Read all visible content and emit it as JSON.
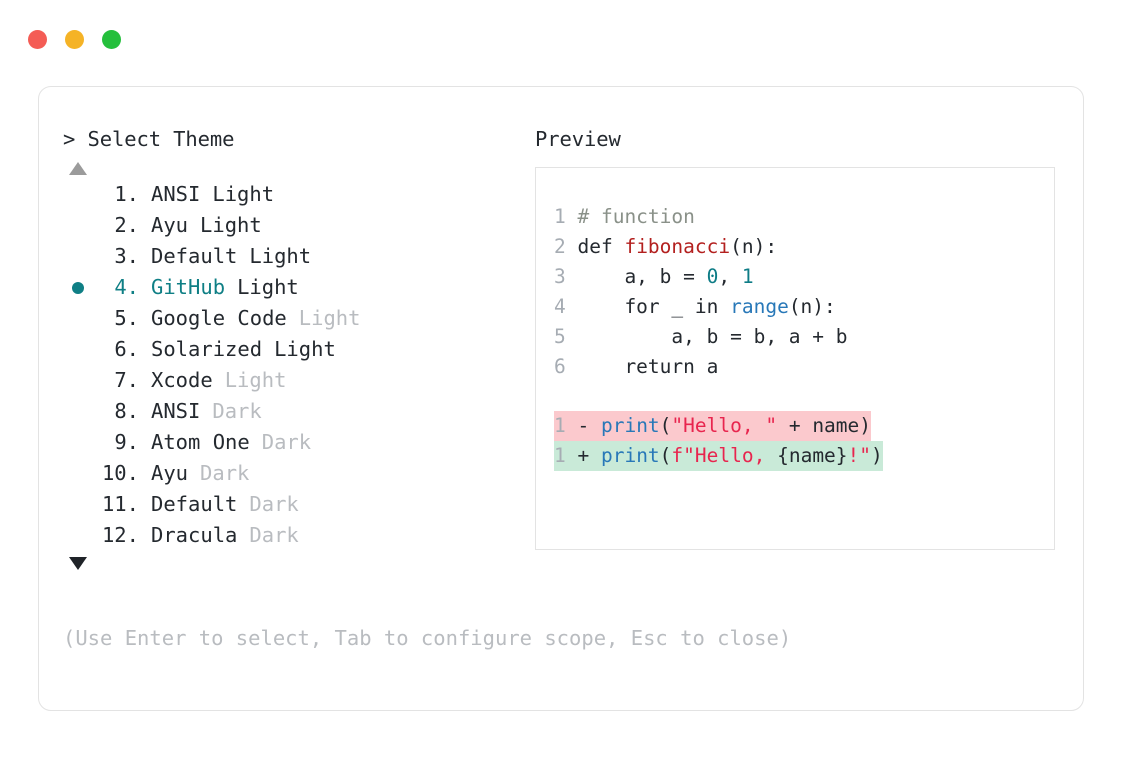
{
  "window": {
    "dots": [
      {
        "name": "close-dot",
        "color": "#f45c55"
      },
      {
        "name": "minimize-dot",
        "color": "#f5b326"
      },
      {
        "name": "maximize-dot",
        "color": "#24bf3c"
      }
    ]
  },
  "left_panel": {
    "prompt": "> Select Theme",
    "scroll_up_icon": "triangle-up-icon",
    "scroll_down_icon": "triangle-down-icon",
    "selected_index": 4,
    "selected_bullet_color": "#0f7f85",
    "items": [
      {
        "index": "1.",
        "name": "ANSI",
        "variant": "Light",
        "variant_dim": false,
        "selected": false
      },
      {
        "index": "2.",
        "name": "Ayu",
        "variant": "Light",
        "variant_dim": false,
        "selected": false
      },
      {
        "index": "3.",
        "name": "Default",
        "variant": "Light",
        "variant_dim": false,
        "selected": false
      },
      {
        "index": "4.",
        "name": "GitHub",
        "variant": "Light",
        "variant_dim": false,
        "selected": true
      },
      {
        "index": "5.",
        "name": "Google Code",
        "variant": "Light",
        "variant_dim": true,
        "selected": false
      },
      {
        "index": "6.",
        "name": "Solarized",
        "variant": "Light",
        "variant_dim": false,
        "selected": false
      },
      {
        "index": "7.",
        "name": "Xcode",
        "variant": "Light",
        "variant_dim": true,
        "selected": false
      },
      {
        "index": "8.",
        "name": "ANSI",
        "variant": "Dark",
        "variant_dim": true,
        "selected": false
      },
      {
        "index": "9.",
        "name": "Atom One",
        "variant": "Dark",
        "variant_dim": true,
        "selected": false
      },
      {
        "index": "10.",
        "name": "Ayu",
        "variant": "Dark",
        "variant_dim": true,
        "selected": false
      },
      {
        "index": "11.",
        "name": "Default",
        "variant": "Dark",
        "variant_dim": true,
        "selected": false
      },
      {
        "index": "12.",
        "name": "Dracula",
        "variant": "Dark",
        "variant_dim": true,
        "selected": false
      }
    ]
  },
  "right_panel": {
    "heading": "Preview",
    "code_lines": [
      {
        "no": "1",
        "tokens": [
          {
            "t": "# function",
            "c": "comment"
          }
        ]
      },
      {
        "no": "2",
        "tokens": [
          {
            "t": "def ",
            "c": "keyword"
          },
          {
            "t": "fibonacci",
            "c": "func"
          },
          {
            "t": "(n):",
            "c": "plain"
          }
        ]
      },
      {
        "no": "3",
        "tokens": [
          {
            "t": "    a, b = ",
            "c": "plain"
          },
          {
            "t": "0",
            "c": "number"
          },
          {
            "t": ", ",
            "c": "plain"
          },
          {
            "t": "1",
            "c": "number"
          }
        ]
      },
      {
        "no": "4",
        "tokens": [
          {
            "t": "    for _ in ",
            "c": "plain"
          },
          {
            "t": "range",
            "c": "builtin"
          },
          {
            "t": "(n):",
            "c": "plain"
          }
        ]
      },
      {
        "no": "5",
        "tokens": [
          {
            "t": "        a, b = b, a + b",
            "c": "plain"
          }
        ]
      },
      {
        "no": "6",
        "tokens": [
          {
            "t": "    return a",
            "c": "plain"
          }
        ]
      }
    ],
    "diff_lines": [
      {
        "no": "1",
        "sign": "-",
        "kind": "del",
        "bg": "#fbc9cd",
        "tokens": [
          {
            "t": "print",
            "c": "builtin"
          },
          {
            "t": "(",
            "c": "plain"
          },
          {
            "t": "\"Hello, \"",
            "c": "string"
          },
          {
            "t": " + name)",
            "c": "plain"
          }
        ]
      },
      {
        "no": "1",
        "sign": "+",
        "kind": "add",
        "bg": "#c9ead8",
        "tokens": [
          {
            "t": "print",
            "c": "builtin"
          },
          {
            "t": "(",
            "c": "plain"
          },
          {
            "t": "f\"Hello, ",
            "c": "string"
          },
          {
            "t": "{name}",
            "c": "plain"
          },
          {
            "t": "!\"",
            "c": "string"
          },
          {
            "t": ")",
            "c": "plain"
          }
        ]
      }
    ]
  },
  "footer": {
    "hint": "(Use Enter to select, Tab to configure scope, Esc to close)"
  }
}
